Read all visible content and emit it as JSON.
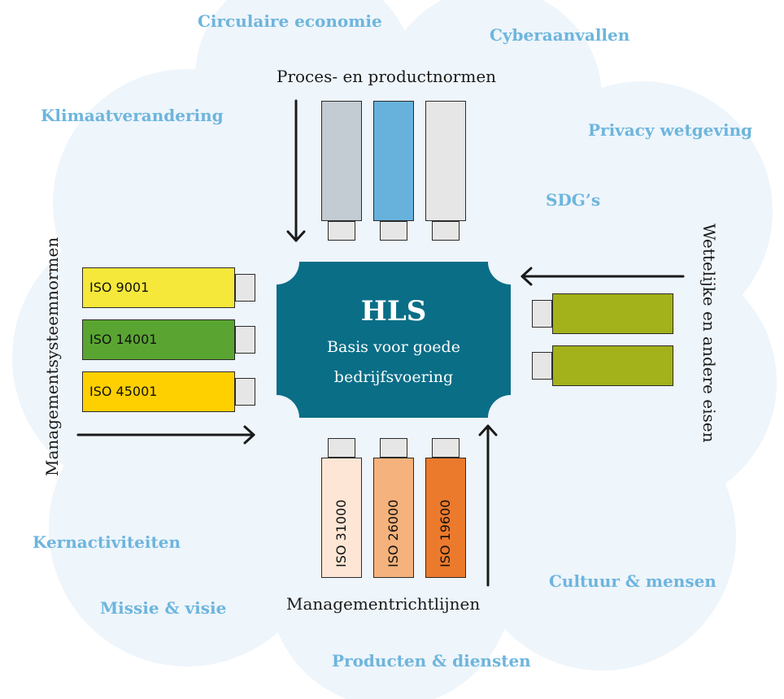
{
  "colors": {
    "cloud": "#eef5fb",
    "topic_text": "#6db5dd",
    "hls_box": "#0a6e87",
    "iso9001": "#f5e83a",
    "iso14001": "#5aa532",
    "iso45001": "#ffd000",
    "proces_1": "#c3cbd3",
    "proces_2": "#67b2dc",
    "proces_3": "#e6e6e6",
    "wettelijke": "#a3b11a",
    "iso31000": "#fde6d5",
    "iso26000": "#f6b27c",
    "iso19600": "#ec7a2c"
  },
  "topics": {
    "circulaire": "Circulaire economie",
    "cyber": "Cyberaanvallen",
    "klimaat": "Klimaatverandering",
    "privacy": "Privacy wetgeving",
    "sdg": "SDG’s",
    "kern": "Kernactiviteiten",
    "missie": "Missie & visie",
    "cultuur": "Cultuur & mensen",
    "producten": "Producten & diensten"
  },
  "groups": {
    "proces": "Proces- en productnormen",
    "management_systeem": "Managementsysteemnormen",
    "wettelijke": "Wettelijke en andere eisen",
    "richtlijnen": "Managementrichtlijnen"
  },
  "hls": {
    "title": "HLS",
    "line1": "Basis voor goede",
    "line2": "bedrijfsvoering"
  },
  "iso_left": [
    "ISO 9001",
    "ISO 14001",
    "ISO 45001"
  ],
  "iso_bottom": [
    "ISO 31000",
    "ISO 26000",
    "ISO 19600"
  ]
}
